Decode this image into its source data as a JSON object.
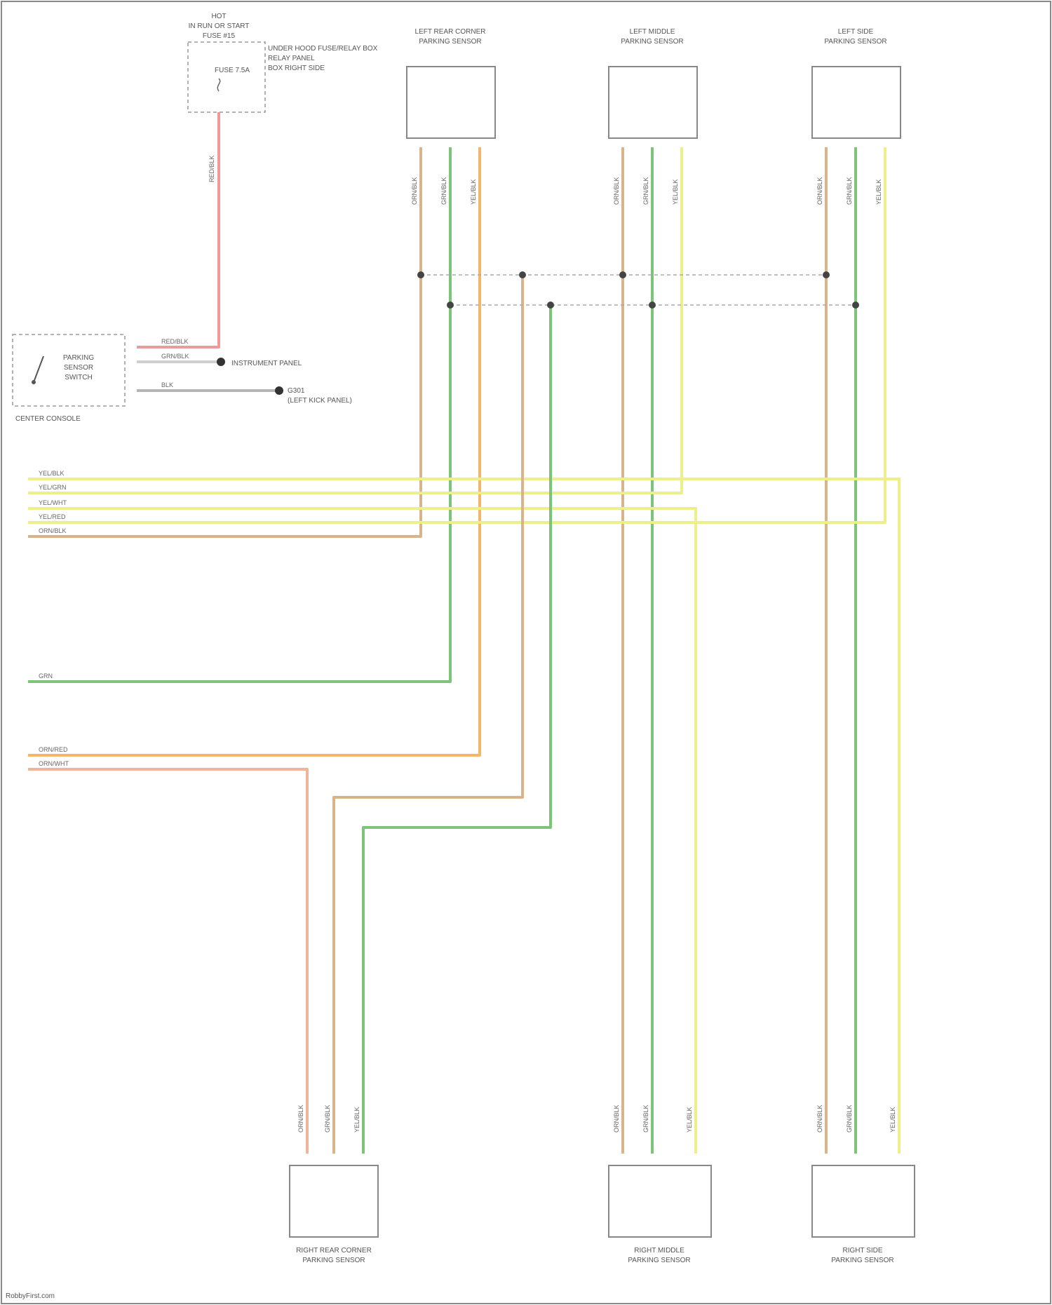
{
  "colors": {
    "green": "#7cc47a",
    "orange": "#f5b56a",
    "tan": "#d7b48c",
    "yellow": "#ecef8a",
    "red": "#ef9a9a",
    "salmon": "#f0b49a",
    "gray": "#b5b5b5",
    "border": "#777777"
  },
  "modules": {
    "fuse_block": {
      "title": [
        "HOT",
        "IN RUN OR START",
        "FUSE #15"
      ],
      "fuse_label": "FUSE 7.5A",
      "notes": [
        "UNDER HOOD FUSE/RELAY BOX",
        "RELAY PANEL",
        "BOX RIGHT SIDE"
      ],
      "wire_label": "RED/BLK"
    },
    "top_left_sensor": {
      "title": [
        "LEFT REAR CORNER",
        "PARKING SENSOR"
      ],
      "wires": [
        "ORN/BLK",
        "GRN/BLK",
        "YEL/BLK"
      ]
    },
    "top_mid_sensor": {
      "title": [
        "LEFT MIDDLE",
        "PARKING SENSOR"
      ],
      "wires": [
        "ORN/BLK",
        "GRN/BLK",
        "YEL/BLK"
      ]
    },
    "top_right_sensor": {
      "title": [
        "LEFT SIDE",
        "PARKING SENSOR"
      ],
      "wires": [
        "ORN/BLK",
        "GRN/BLK",
        "YEL/BLK"
      ]
    },
    "switch": {
      "title": [
        "PARKING",
        "SENSOR",
        "SWITCH"
      ],
      "caption": [
        "CENTER CONSOLE"
      ],
      "wires": [
        "RED/BLK",
        "GRN/BLK",
        "BLK"
      ]
    },
    "left_connector": {
      "wires": [
        "YEL/BLK",
        "YEL/GRN",
        "YEL/WHT",
        "YEL/RED",
        "ORN/BLK",
        "GRN",
        "ORN/RED",
        "ORN/WHT"
      ]
    },
    "bottom_left_sensor": {
      "title": [
        "RIGHT REAR CORNER",
        "PARKING SENSOR"
      ],
      "wires": [
        "ORN/BLK",
        "GRN/BLK",
        "YEL/BLK"
      ]
    },
    "bottom_mid_sensor": {
      "title": [
        "RIGHT MIDDLE",
        "PARKING SENSOR"
      ],
      "wires": [
        "ORN/BLK",
        "GRN/BLK",
        "YEL/BLK"
      ]
    },
    "bottom_right_sensor": {
      "title": [
        "RIGHT SIDE",
        "PARKING SENSOR"
      ],
      "wires": [
        "ORN/BLK",
        "GRN/BLK",
        "YEL/BLK"
      ]
    }
  },
  "notes": {
    "switch_ground": "G301",
    "switch_feed": "INSTRUMENT PANEL",
    "switch_ground_sub": "(LEFT KICK PANEL)"
  },
  "footer": "RobbyFirst.com"
}
